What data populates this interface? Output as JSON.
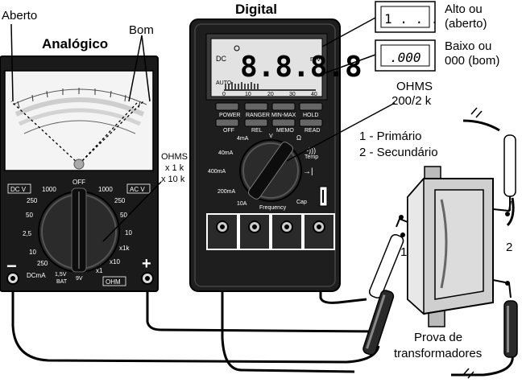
{
  "labels": {
    "aberto": "Aberto",
    "analogico": "Analógico",
    "bom": "Bom",
    "digital": "Digital",
    "alto_line1": "Alto ou",
    "alto_line2": "(aberto)",
    "baixo_line1": "Baixo ou",
    "baixo_line2": "000 (bom)",
    "ohms_digital_line1": "OHMS",
    "ohms_digital_line2": "200/2 k",
    "ohms_analog_line1": "OHMS",
    "ohms_analog_line2": "x 1 k",
    "ohms_analog_line3": "x 10 k",
    "primario": "1 - Primário",
    "secundario": "2 - Secundário",
    "prova_line1": "Prova de",
    "prova_line2": "transformadores",
    "lead1": "1",
    "lead2": "2"
  },
  "displays": {
    "high": "1 . . .",
    "low": ".000"
  },
  "analog_meter": {
    "dcv": "DC V",
    "acv": "AC V",
    "off": "OFF",
    "dc_1000": "1000",
    "ac_1000": "1000",
    "dc_250": "250",
    "dc_50": "50",
    "dc_25": "2,5",
    "ac_250": "250",
    "ac_50": "50",
    "ac_10": "10",
    "ma_10": "10",
    "ma_250": "250",
    "dcma": "DCmA",
    "v15": "1,5V",
    "bat": "BAT",
    "v9": "9V",
    "x1k": "x1k",
    "x10": "x10",
    "x1": "x1",
    "ohm": "OHM",
    "minus": "−",
    "plus": "+"
  },
  "digital_meter": {
    "dc": "DC",
    "digits": "8.8.8.8",
    "unit": "mV",
    "auto": "AUTO",
    "scale": [
      "0",
      "10",
      "20",
      "30",
      "40"
    ],
    "buttons_top": [
      "POWER",
      "RANGER",
      "MIN-MAX",
      "HOLD"
    ],
    "buttons_bottom": [
      "OFF",
      "REL",
      "MEMO",
      "READ"
    ],
    "dial": {
      "ma4": "4mA",
      "v": "V",
      "ohm": "Ω",
      "ma40": "40mA",
      "ma400": "400mA",
      "ma200": "200mA",
      "a10": "10A",
      "freq": "Frequency",
      "cap": "Cap",
      "temp": "Temp"
    }
  }
}
